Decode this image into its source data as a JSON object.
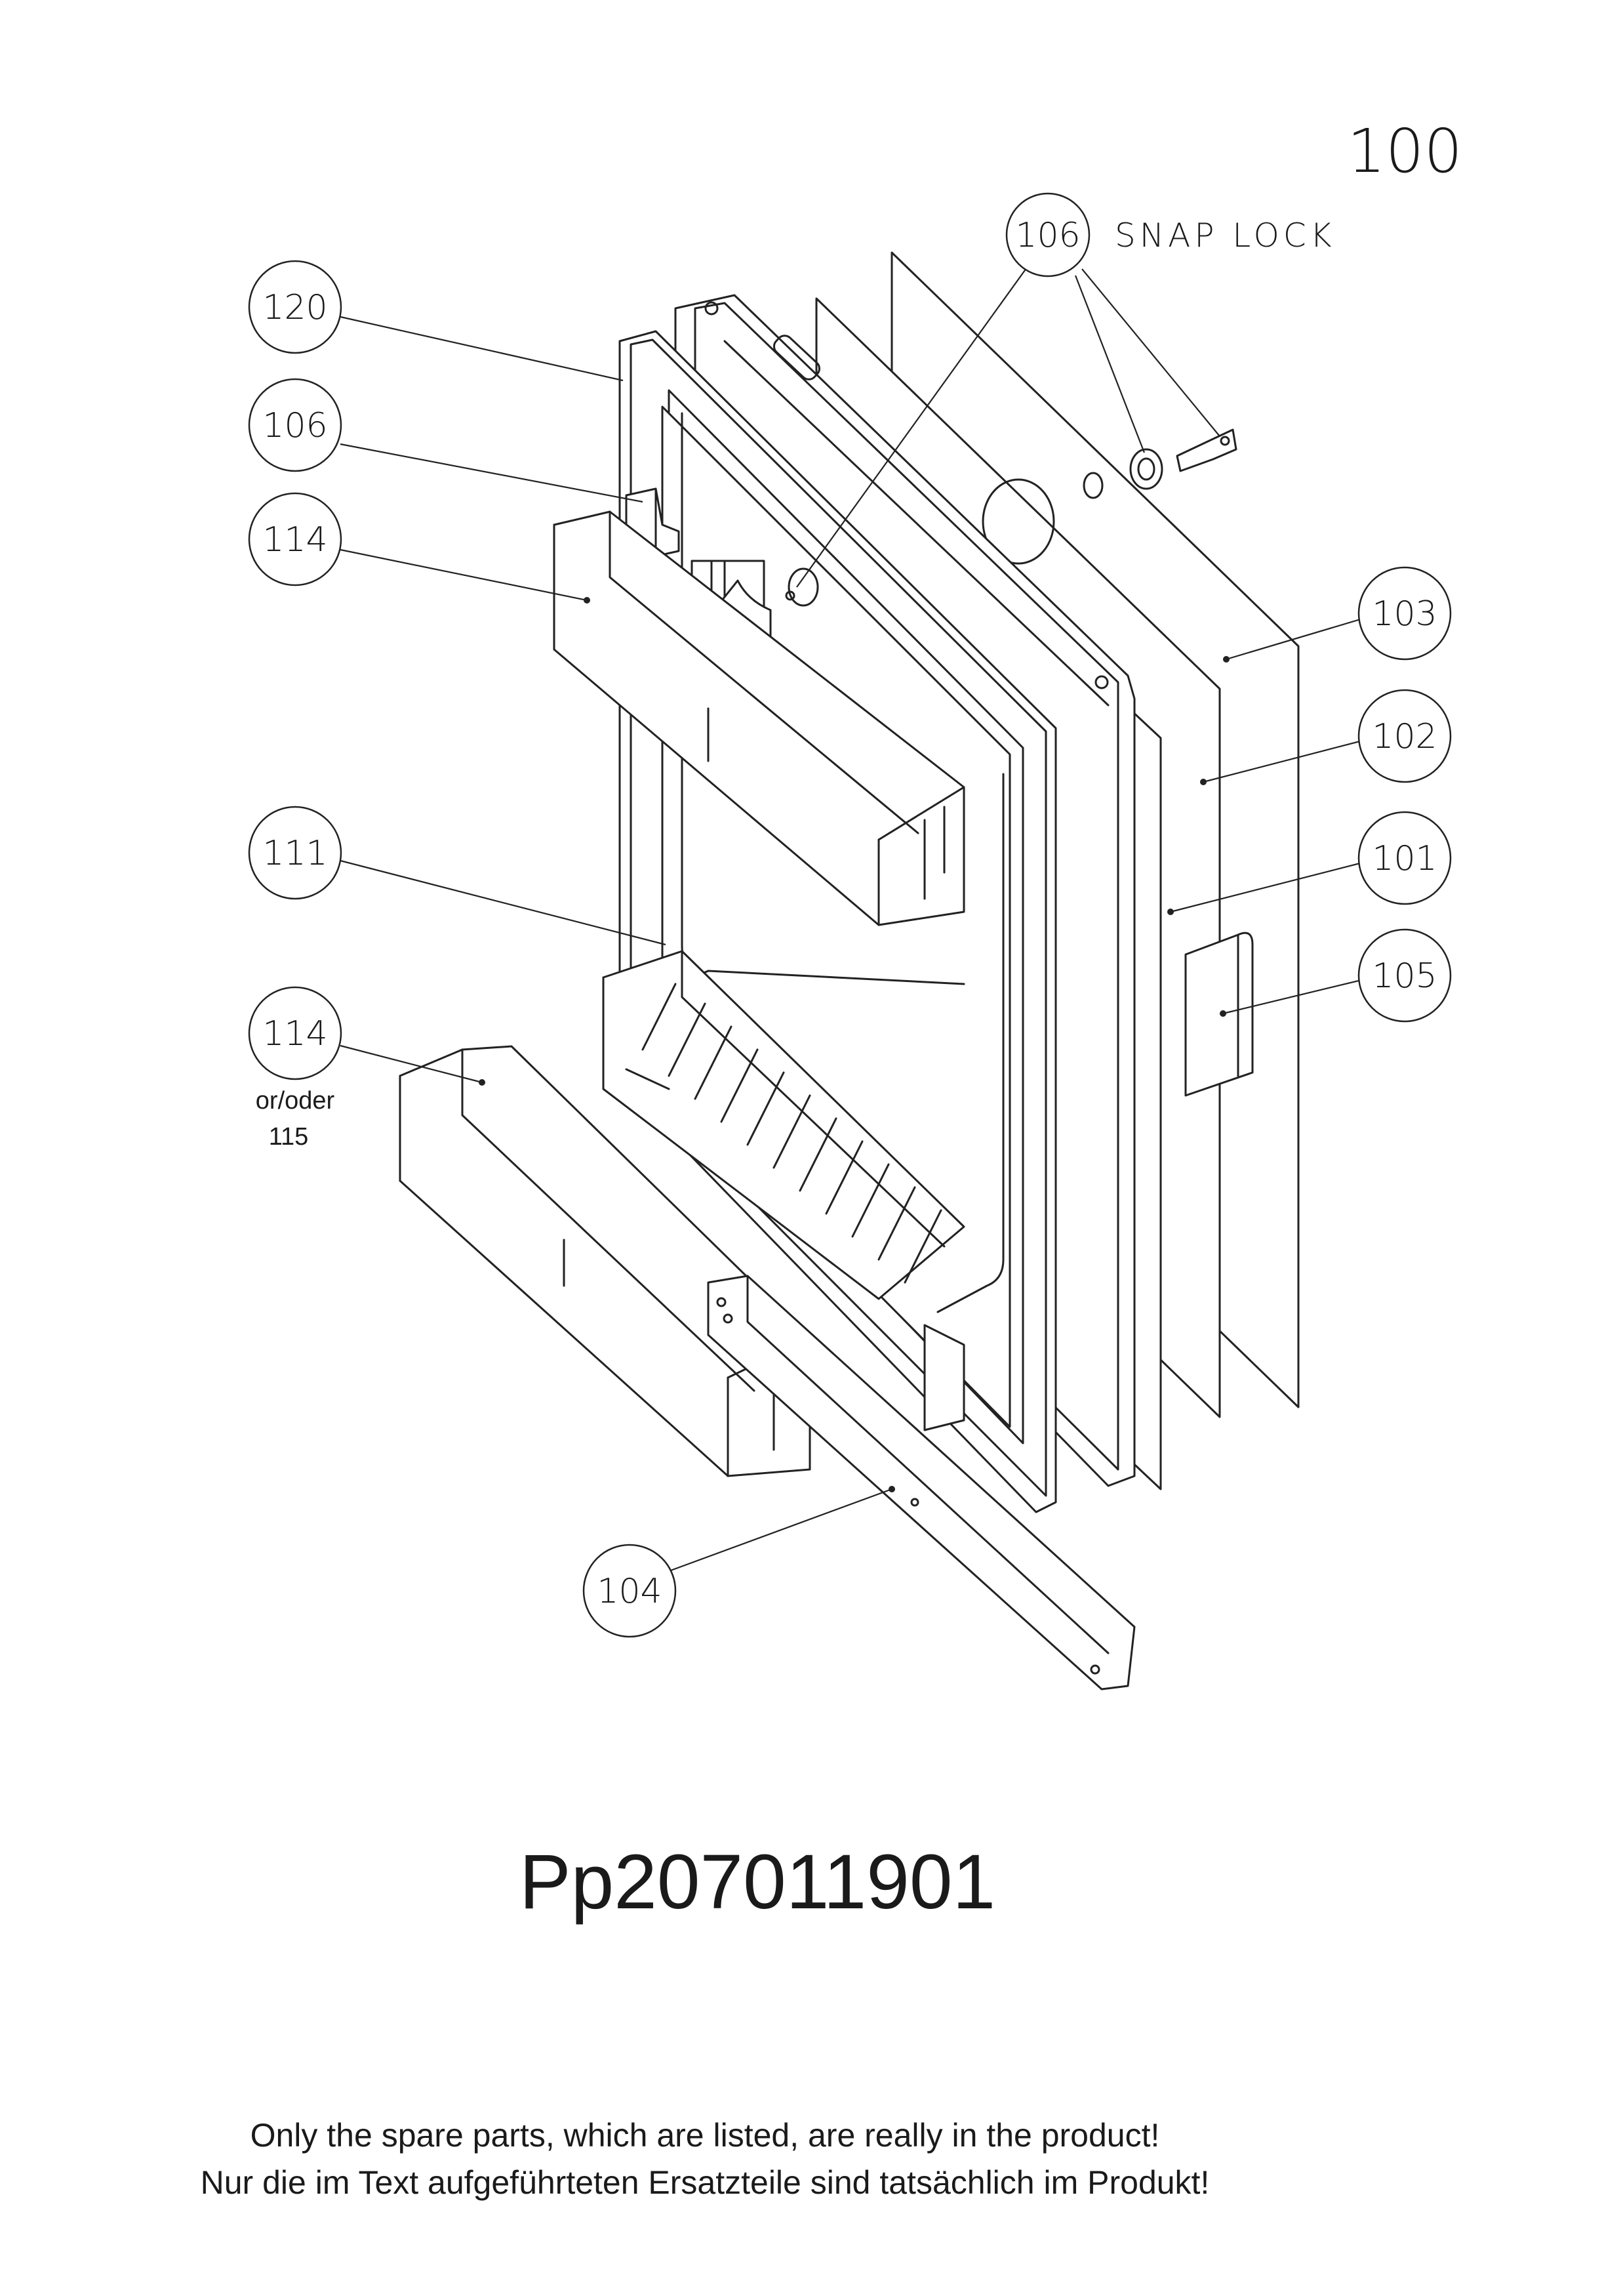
{
  "sheet_number": "100",
  "callout_label_snap_lock": "SNAP LOCK",
  "callouts": {
    "c106_top": "106",
    "c120": "120",
    "c106_left": "106",
    "c114_top": "114",
    "c103": "103",
    "c102": "102",
    "c111": "111",
    "c101": "101",
    "c105": "105",
    "c114_bottom": "114",
    "c104": "104"
  },
  "alternative_note": {
    "line1": "or/oder",
    "line2": "115"
  },
  "document_number": "Pp207011901",
  "notes": {
    "english": "Only the spare parts, which are listed, are really in the product!",
    "german": "Nur die im Text aufgeführteten Ersatzteile sind tatsächlich im Produkt!"
  }
}
